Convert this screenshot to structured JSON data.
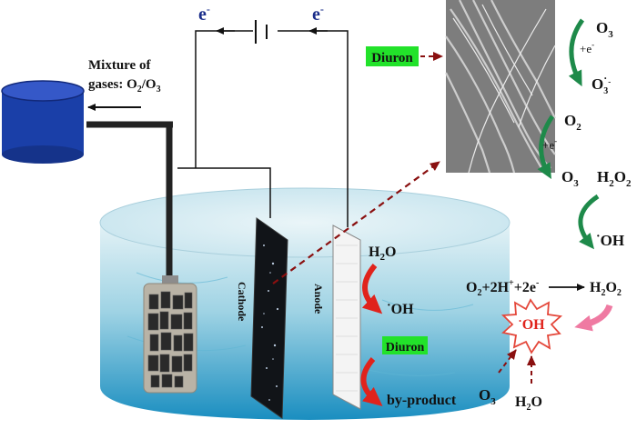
{
  "circuit": {
    "electron_left": {
      "main": "e",
      "sup": "-"
    },
    "electron_right": {
      "main": "e",
      "sup": "-"
    }
  },
  "gas_outlet": {
    "line1": "Mixture of",
    "line2": {
      "prefix": "gases: O",
      "sub1": "2",
      "mid": "/O",
      "sub2": "3"
    }
  },
  "electrodes": {
    "cathode": "Cathode",
    "anode": "Anode"
  },
  "anode_reactions": {
    "water": {
      "main": "H",
      "sub": "2",
      "tail": "O"
    },
    "hydroxyl": {
      "dot": "·",
      "main": "OH"
    },
    "pollutant": "Diuron",
    "product": "by-product"
  },
  "sem_panel": {
    "pollutant": "Diuron",
    "ozone": {
      "main": "O",
      "sub": "3"
    },
    "electron": {
      "main": "+e",
      "sup": "-"
    },
    "ozonide": {
      "main": "O",
      "sub": "3",
      "sup": "-",
      "dot": "·"
    },
    "oxygen": {
      "main": "O",
      "sub": "2"
    },
    "electron2": {
      "main": "+e",
      "sup": "-"
    },
    "ozone2": {
      "main": "O",
      "sub": "3"
    },
    "peroxide": {
      "main": "H",
      "sub1": "2",
      "mid": "O",
      "sub2": "2"
    },
    "hydroxyl": {
      "dot": "·",
      "main": "OH"
    }
  },
  "cathode_reaction": {
    "lhs": {
      "p1": "O",
      "s1": "2",
      "p2": "+2H",
      "s2": "+",
      "p3": "+2e",
      "s3": "-"
    },
    "rhs": {
      "main": "H",
      "sub1": "2",
      "mid": "O",
      "sub2": "2"
    },
    "burst": {
      "dot": "·",
      "main": "OH"
    },
    "ozone": {
      "main": "O",
      "sub": "3"
    },
    "water": {
      "main": "H",
      "sub": "2",
      "tail": "O"
    }
  },
  "colors": {
    "tank_blue": "#1a3fa8",
    "water_top": "#d9edf3",
    "water_deep": "#1f94c4",
    "green_arrow": "#1e8a4a",
    "red_arrow": "#e0231c",
    "dashed_arrow": "#8a1010",
    "highlight": "#22e22a",
    "burst_red": "#e4473a",
    "pink_arrow": "#ef7aa2"
  }
}
